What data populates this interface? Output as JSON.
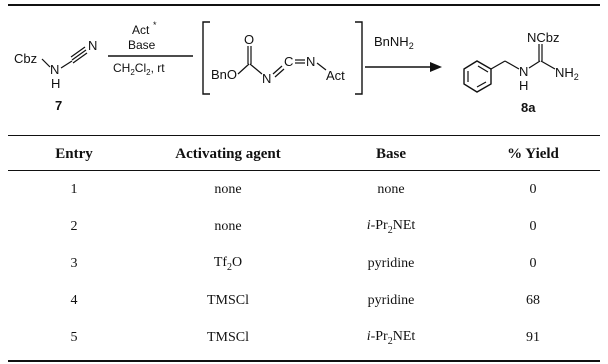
{
  "scheme": {
    "start_group": "Cbz",
    "start_nh": "N",
    "start_h": "H",
    "start_n": "N",
    "start_label": "7",
    "reagent_above_1": "Act",
    "reagent_above_1_sup": "*",
    "reagent_above_2": "Base",
    "reagent_below": "CH2Cl2, rt",
    "intermediate_bno": "BnO",
    "intermediate_o": "O",
    "intermediate_n1": "N",
    "intermediate_c": "C",
    "intermediate_n2": "N",
    "intermediate_act": "Act",
    "reagent_2": "BnNH2",
    "product_ncbz": "NCbz",
    "product_nh2": "NH2",
    "product_n": "N",
    "product_h": "H",
    "product_label": "8a"
  },
  "table": {
    "headers": [
      "Entry",
      "Activating agent",
      "Base",
      "% Yield"
    ],
    "rows": [
      {
        "entry": "1",
        "agent": "none",
        "base": "none",
        "yield": "0"
      },
      {
        "entry": "2",
        "agent": "none",
        "base": "i-Pr2NEt",
        "yield": "0"
      },
      {
        "entry": "3",
        "agent": "Tf2O",
        "base": "pyridine",
        "yield": "0"
      },
      {
        "entry": "4",
        "agent": "TMSCl",
        "base": "pyridine",
        "yield": "68"
      },
      {
        "entry": "5",
        "agent": "TMSCl",
        "base": "i-Pr2NEt",
        "yield": "91"
      }
    ]
  }
}
